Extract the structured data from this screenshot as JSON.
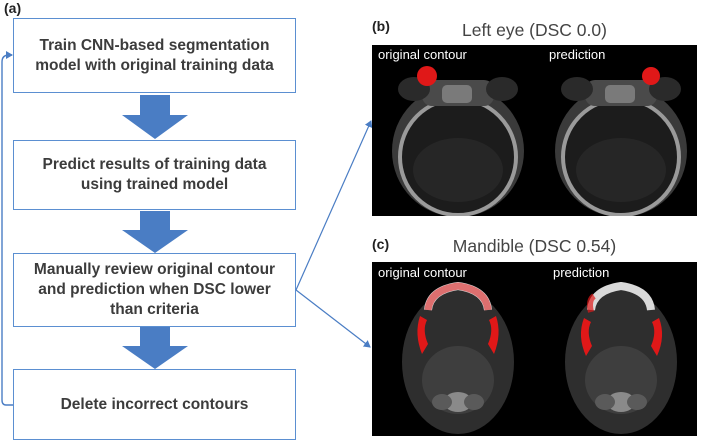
{
  "panel_a": {
    "label": "(a)",
    "steps": [
      "Train CNN-based segmentation model with original training data",
      "Predict results of training data using trained model",
      "Manually review original contour and prediction when DSC lower than criteria",
      "Delete incorrect contours"
    ]
  },
  "panel_b": {
    "label": "(b)",
    "title": "Left eye (DSC 0.0)",
    "left_caption": "original contour",
    "right_caption": "prediction"
  },
  "panel_c": {
    "label": "(c)",
    "title": "Mandible (DSC 0.54)",
    "left_caption": "original contour",
    "right_caption": "prediction"
  },
  "colors": {
    "box_border": "#5b8fd1",
    "arrow_fill": "#4a7dc4",
    "contour_red": "#e01818"
  }
}
